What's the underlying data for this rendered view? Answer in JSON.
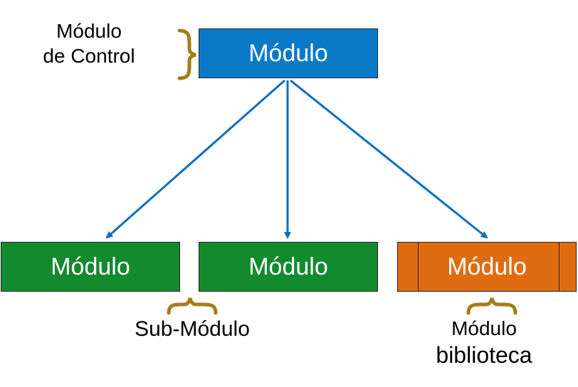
{
  "colors": {
    "control_module": "#0a7ac8",
    "sub_module": "#138a2e",
    "library_module": "#e06c12",
    "arrow": "#0a6ec0",
    "brace": "#a67c1a"
  },
  "modules": {
    "control": {
      "label": "Módulo"
    },
    "sub_left": {
      "label": "Módulo"
    },
    "sub_middle": {
      "label": "Módulo"
    },
    "library": {
      "label": "Módulo"
    }
  },
  "annotations": {
    "control": {
      "line1": "Módulo",
      "line2": "de Control"
    },
    "sub": {
      "text": "Sub-Módulo"
    },
    "library": {
      "line1": "Módulo",
      "line2": "biblioteca"
    }
  }
}
